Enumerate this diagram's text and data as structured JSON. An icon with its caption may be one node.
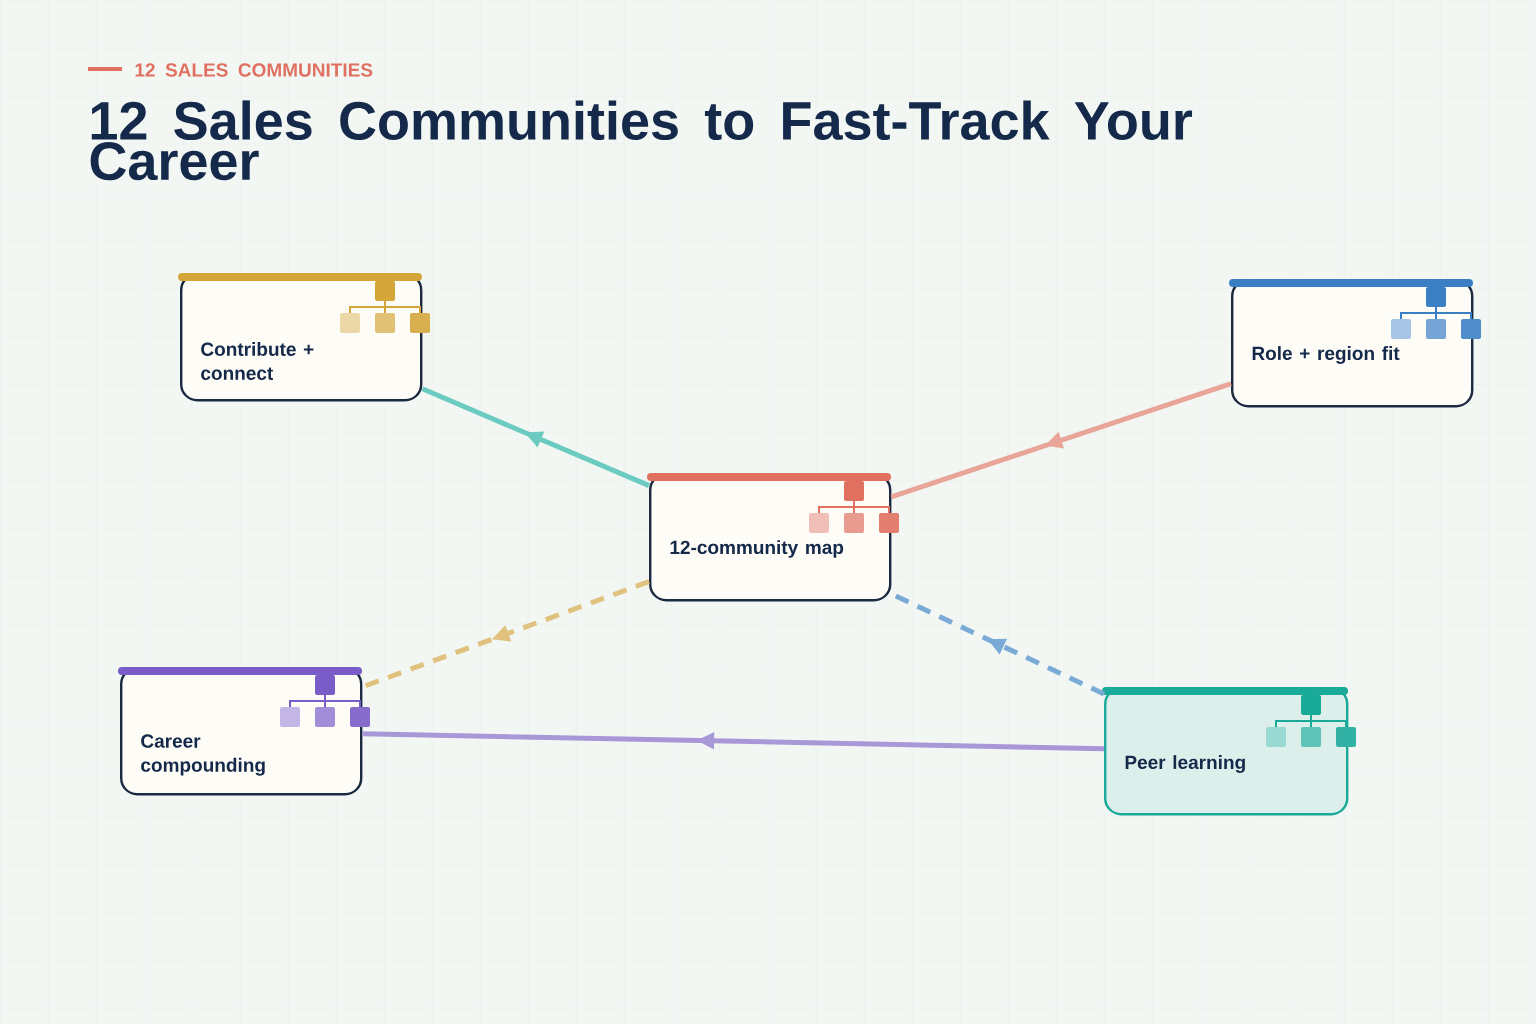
{
  "diagram": {
    "title": "12 Sales Communities to Fast-Track Your Career",
    "nodes": [
      {
        "text": [
          "Contribute + connect"
        ]
      },
      {
        "text": [
          "Role + region fit"
        ]
      },
      {
        "text": [
          "12-community map"
        ]
      },
      {
        "text": [
          "Career compounding"
        ]
      },
      {
        "text": [
          "Peer learning"
        ]
      }
    ],
    "edges": [
      {
        "from": 2,
        "to": 0,
        "arrow": "to",
        "color": "#6ccbc0"
      },
      {
        "from": 1,
        "to": 2,
        "arrow": "to",
        "color": "#e8a598"
      },
      {
        "from": 2,
        "to": 3,
        "arrow": "to",
        "style": "dashed",
        "color": "#e0c27e"
      },
      {
        "from": 4,
        "to": 2,
        "arrow": "to",
        "style": "dashed",
        "color": "#7aaad6"
      },
      {
        "from": 4,
        "to": 3,
        "arrow": "to",
        "color": "#a898d8"
      }
    ],
    "labels": [
      "12 SALES COMMUNITIES"
    ]
  }
}
